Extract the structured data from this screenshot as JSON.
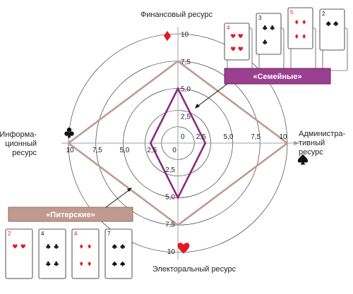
{
  "chart_data": {
    "type": "radar",
    "axes": [
      {
        "key": "up",
        "label_lines": [
          "Финансовый ресурс"
        ]
      },
      {
        "key": "right",
        "label_lines": [
          "Администра-",
          "тивный",
          "ресурс"
        ]
      },
      {
        "key": "down",
        "label_lines": [
          "Электоральный ресурс"
        ]
      },
      {
        "key": "left",
        "label_lines": [
          "Информа-",
          "ционный",
          "ресурс"
        ]
      }
    ],
    "range": [
      0,
      10
    ],
    "tick_values": [
      2.5,
      5.0,
      7.5,
      10
    ],
    "tick_labels": {
      "up": [
        "2,5",
        "5,0",
        "7,5",
        "10"
      ],
      "right": [
        "2,5",
        "5,0",
        "7,5",
        "10"
      ],
      "down": [
        "2,5",
        "5,0",
        "7,5",
        "10"
      ],
      "left": [
        "2,5",
        "5,0",
        "7,5",
        "10"
      ]
    },
    "center_labels": [
      "0",
      "0"
    ],
    "series": [
      {
        "name": "«Семейные»",
        "color": "#8b2a7e",
        "legend_color": "#9b3f91",
        "values": {
          "up": 5.0,
          "right": 2.5,
          "down": 5.0,
          "left": 2.5
        }
      },
      {
        "name": "«Питерские»",
        "color": "#c09a90",
        "legend_color": "#c09a90",
        "values": {
          "up": 7.5,
          "right": 10,
          "down": 7.5,
          "left": 10
        }
      }
    ],
    "grid": "concentric circles",
    "axis_icons": {
      "up": "diamond",
      "right": "spade",
      "down": "heart",
      "left": "club"
    },
    "colors": {
      "diamond": "#e21b23",
      "heart": "#e21b23",
      "spade": "#111111",
      "club": "#111111",
      "grid": "#222222",
      "axis_line": "#9aa3aa"
    }
  },
  "playing_cards": {
    "top_right": [
      {
        "rank": "4",
        "suit": "heart"
      },
      {
        "rank": "3",
        "suit": "club"
      },
      {
        "rank": "5",
        "suit": "diamond"
      },
      {
        "rank": "2",
        "suit": "spade"
      }
    ],
    "bottom_left": [
      {
        "rank": "2",
        "suit": "heart"
      },
      {
        "rank": "4",
        "suit": "club"
      },
      {
        "rank": "4",
        "suit": "diamond"
      },
      {
        "rank": "7",
        "suit": "spade"
      }
    ]
  }
}
